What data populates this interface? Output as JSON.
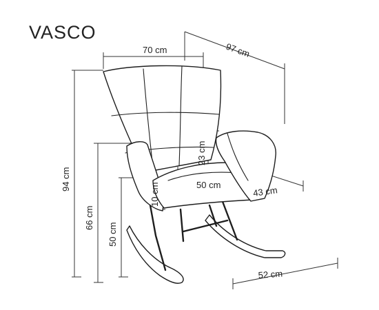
{
  "title": "VASCO",
  "dimensions": {
    "width_top": "70 cm",
    "depth_top": "97 cm",
    "total_height": "94 cm",
    "armrest_height": "66 cm",
    "seat_height": "50 cm",
    "backrest_to_armrest": "23 cm",
    "seat_width": "50 cm",
    "seat_depth": "43 cm",
    "cushion_thickness": "10 cm",
    "base_width": "52 cm"
  },
  "colors": {
    "line": "#1e1e1e",
    "text": "#222222"
  }
}
